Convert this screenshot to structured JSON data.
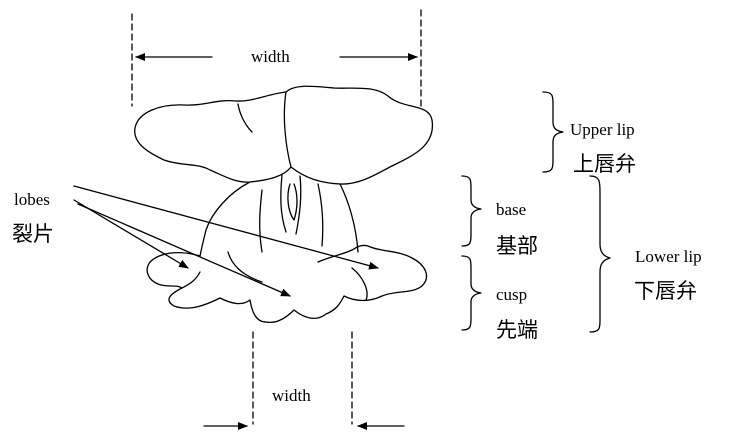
{
  "diagram": {
    "top_width_label": "width",
    "bottom_width_label": "width",
    "lobes_label_en": "lobes",
    "lobes_label_cn": "裂片",
    "upper_lip_label_en": "Upper lip",
    "upper_lip_label_cn": "上唇弁",
    "base_label_en": "base",
    "base_label_cn": "基部",
    "cusp_label_en": "cusp",
    "cusp_label_cn": "先端",
    "lower_lip_label_en": "Lower lip",
    "lower_lip_label_cn": "下唇弁"
  },
  "colors": {
    "line": "#000000",
    "background": "#ffffff"
  }
}
